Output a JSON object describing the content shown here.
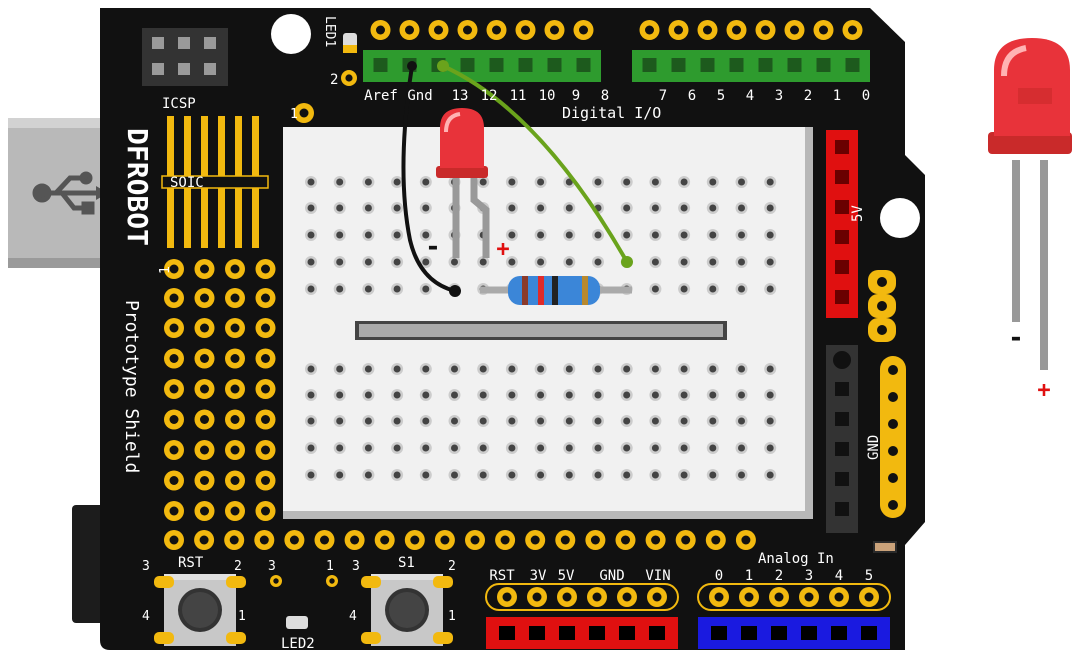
{
  "board": {
    "brand": "DFROBOT",
    "name": "Prototype Shield",
    "icsp_label": "ICSP",
    "soic_label": "SOIC",
    "led1_label": "LED1",
    "led2_label": "LED2",
    "rst_label": "RST",
    "s1_label": "S1",
    "digital_io_label": "Digital I/O",
    "analog_in_label": "Analog In",
    "five_v_label": "5V",
    "gnd_label": "GND",
    "digital_pins": [
      "Aref",
      "Gnd",
      "13",
      "12",
      "11",
      "10",
      "9",
      "8",
      "7",
      "6",
      "5",
      "4",
      "3",
      "2",
      "1",
      "0"
    ],
    "power_pins": [
      "RST",
      "3V",
      "5V",
      "GND",
      "VIN"
    ],
    "analog_pins": [
      "0",
      "1",
      "2",
      "3",
      "4",
      "5"
    ],
    "small_numbers": {
      "pin2_led1": "2",
      "row1_top": "1",
      "row1_left": "1",
      "rst_3": "3",
      "rst_2": "2",
      "rst_4": "4",
      "rst_1": "1",
      "mid_3": "3",
      "s1_1top": "1",
      "s1_3": "3",
      "s1_2": "2",
      "s1_4": "4",
      "s1_1": "1"
    }
  },
  "circuit": {
    "led_minus": "-",
    "led_plus": "+"
  },
  "standalone_led": {
    "minus": "-",
    "plus": "+"
  },
  "colors": {
    "board": "#111111",
    "header_green": "#2e9b2e",
    "header_red": "#e01010",
    "header_blue": "#1a1ae0",
    "header_gray": "#333333",
    "pad_gold": "#f2b90f",
    "led_red": "#e8333a",
    "wire_green": "#6aa31c",
    "wire_black": "#111111",
    "breadboard": "#f0f0f0"
  }
}
